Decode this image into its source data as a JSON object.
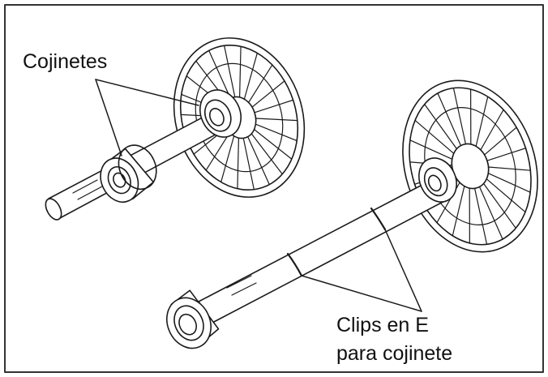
{
  "labels": {
    "bearings": "Cojinetes",
    "clips_line1": "Clips en E",
    "clips_line2": "para cojinete"
  },
  "colors": {
    "line": "#1a1a1a",
    "background": "#ffffff",
    "frame": "#333333"
  }
}
